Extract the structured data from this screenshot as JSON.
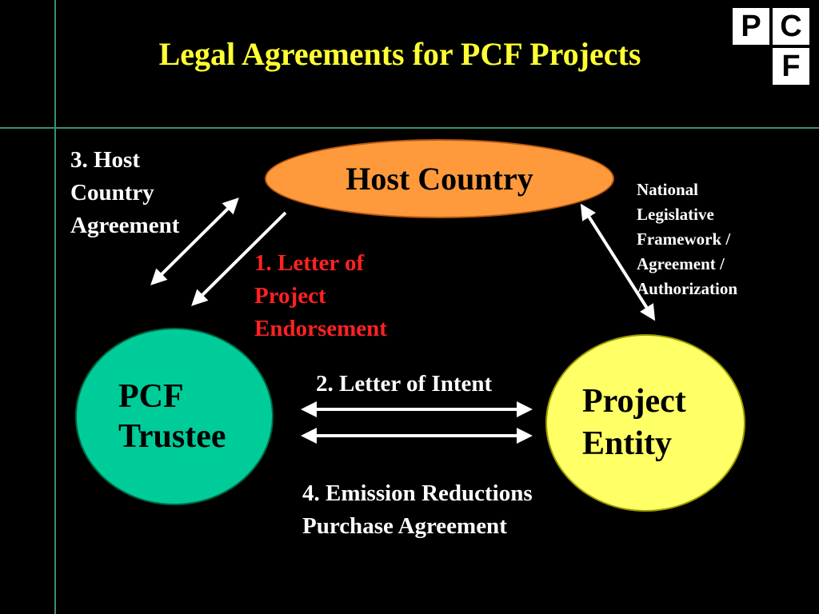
{
  "title": "Legal Agreements for PCF Projects",
  "logo": {
    "letters": [
      "P",
      "C",
      "F"
    ]
  },
  "nodes": {
    "host_country": "Host Country",
    "pcf_trustee": "PCF\nTrustee",
    "project_entity": "Project\nEntity"
  },
  "labels": {
    "host_country_agreement": "3. Host\nCountry\nAgreement",
    "letter_of_endorsement": "1. Letter of\nProject\nEndorsement",
    "national_framework": "National\nLegislative\nFramework /\nAgreement  /\nAuthorization",
    "letter_of_intent": "2. Letter of Intent",
    "erpa": "4. Emission Reductions\nPurchase Agreement"
  },
  "colors": {
    "background": "#000000",
    "title": "#ffff33",
    "host_country": "#ff9a3c",
    "pcf_trustee": "#00cc99",
    "project_entity": "#ffff66",
    "endorsement_label": "#ff2222",
    "rule_lines": "#3a8f6a"
  }
}
